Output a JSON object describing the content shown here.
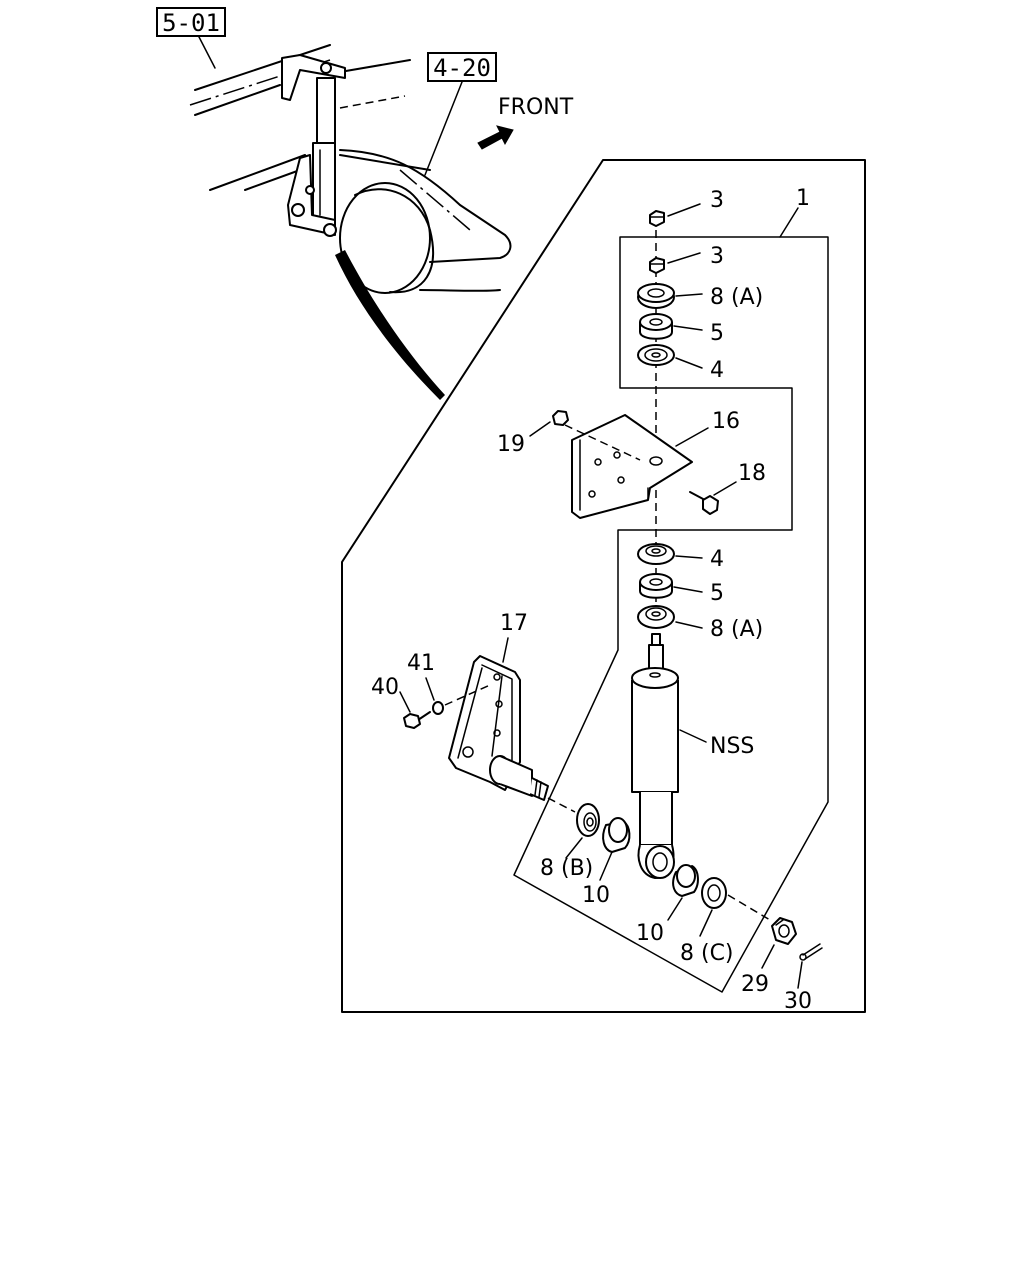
{
  "refs": {
    "ref_5_01": "5-01",
    "ref_4_20": "4-20"
  },
  "direction": {
    "front": "FRONT"
  },
  "callouts": {
    "c1": "1",
    "c3a": "3",
    "c3b": "3",
    "c8a_top": "8 (A)",
    "c5_top": "5",
    "c4_top": "4",
    "c16": "16",
    "c19": "19",
    "c18": "18",
    "c4_bot": "4",
    "c5_bot": "5",
    "c8a_bot": "8 (A)",
    "c17": "17",
    "c41": "41",
    "c40": "40",
    "nss": "NSS",
    "c8b": "8 (B)",
    "c10a": "10",
    "c10b": "10",
    "c8c": "8 (C)",
    "c29": "29",
    "c30": "30"
  }
}
